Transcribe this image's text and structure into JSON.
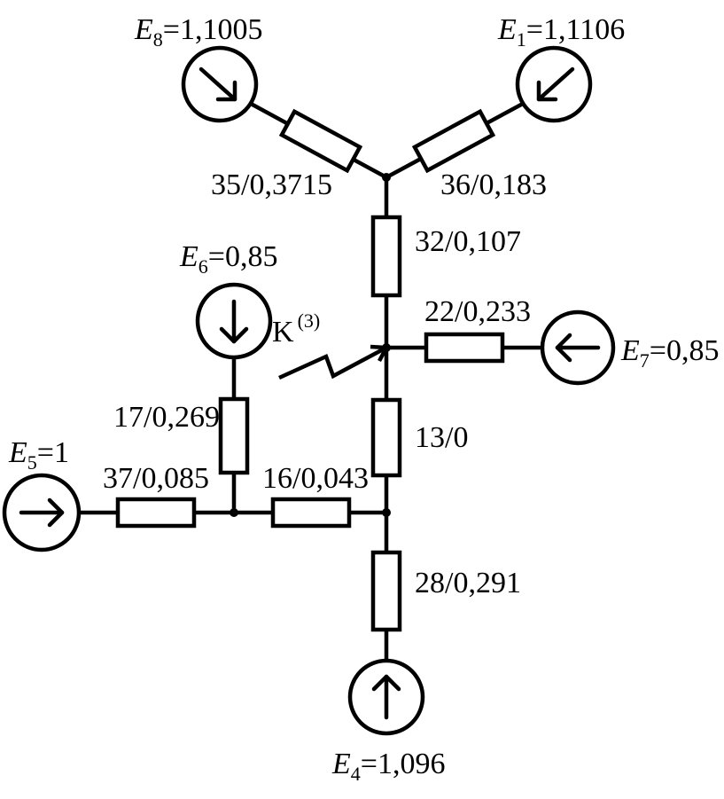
{
  "sources": {
    "e8": {
      "letter": "E",
      "index": "8",
      "value": "=1,1005"
    },
    "e1": {
      "letter": "E",
      "index": "1",
      "value": "=1,1106"
    },
    "e6": {
      "letter": "E",
      "index": "6",
      "value": "=0,85"
    },
    "e7": {
      "letter": "E",
      "index": "7",
      "value": "=0,85"
    },
    "e5": {
      "letter": "E",
      "index": "5",
      "value": "=1"
    },
    "e4": {
      "letter": "E",
      "index": "4",
      "value": "=1,096"
    }
  },
  "branches": {
    "b35": "35/0,3715",
    "b36": "36/0,183",
    "b32": "32/0,107",
    "b22": "22/0,233",
    "b13": "13/0",
    "b17": "17/0,269",
    "b37": "37/0,085",
    "b16": "16/0,043",
    "b28": "28/0,291"
  },
  "fault": {
    "letter": "K",
    "superscript": "(3)"
  }
}
